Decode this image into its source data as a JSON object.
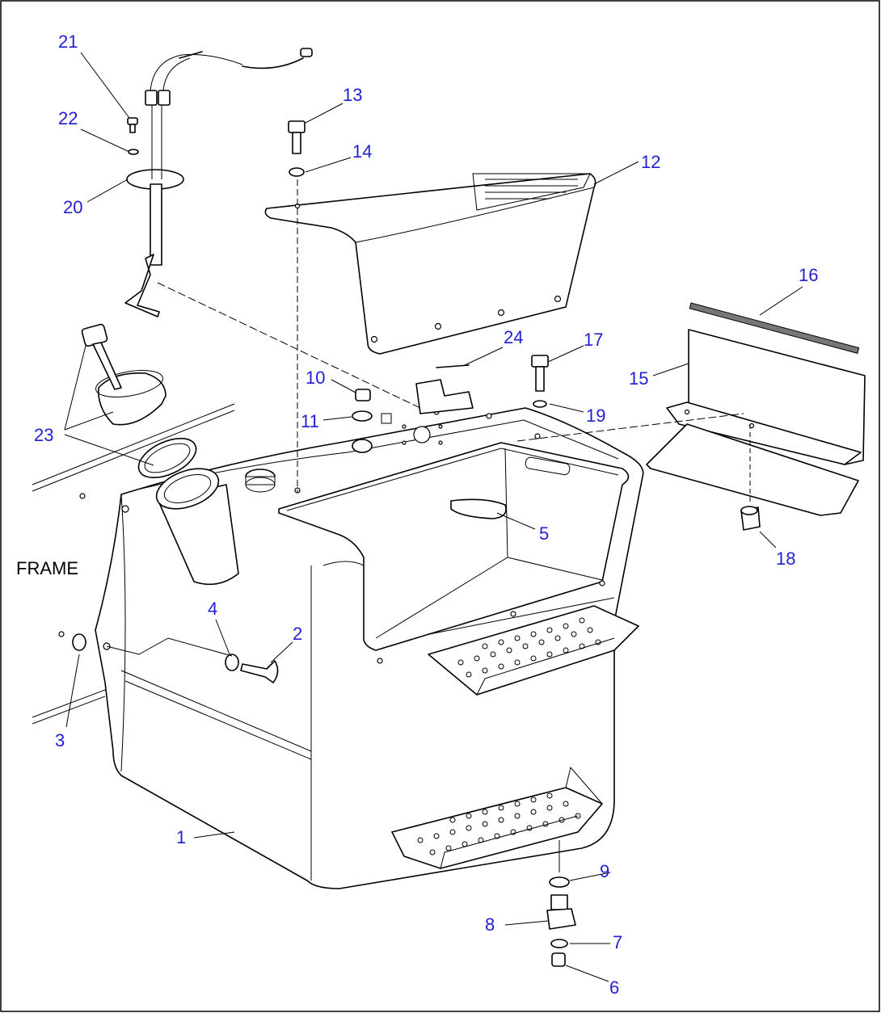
{
  "figure": {
    "frame_label": "FRAME",
    "callouts": [
      "1",
      "2",
      "3",
      "4",
      "5",
      "6",
      "7",
      "8",
      "9",
      "10",
      "11",
      "12",
      "13",
      "14",
      "15",
      "16",
      "17",
      "18",
      "19",
      "20",
      "21",
      "22",
      "23",
      "24"
    ]
  }
}
